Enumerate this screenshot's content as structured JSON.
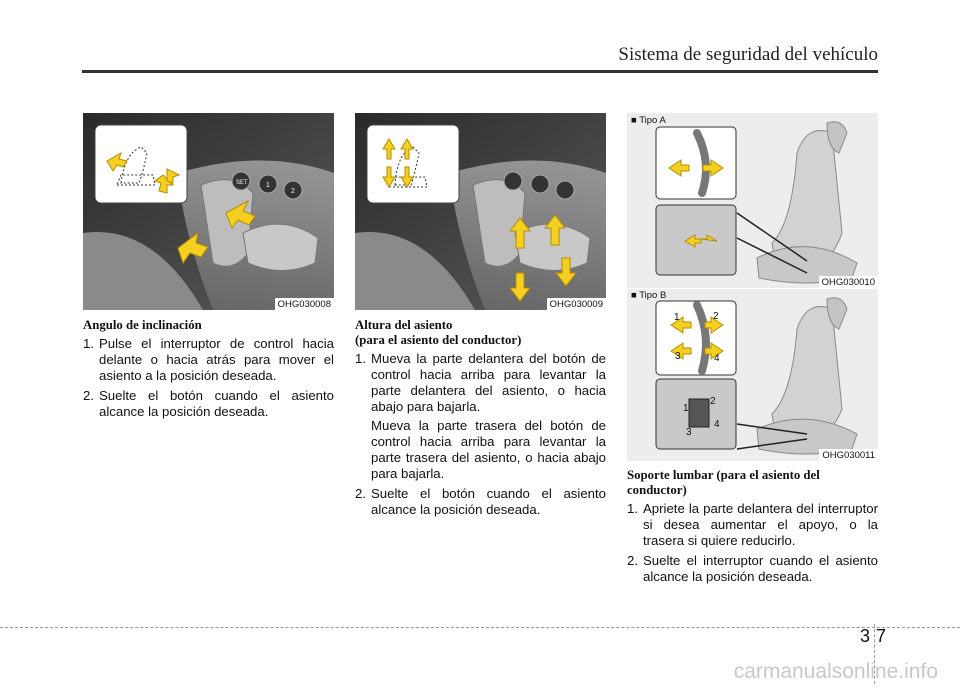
{
  "header": {
    "title": "Sistema de seguridad del vehículo"
  },
  "images": {
    "img1_code": "OHG030008",
    "img2_code": "OHG030009",
    "img3_code": "OHG030010",
    "img4_code": "OHG030011",
    "img3_type": "■ Tipo A",
    "img4_type": "■ Tipo B",
    "switch_labels": {
      "set": "SET",
      "one": "1",
      "two": "2"
    },
    "lumbar_labels": [
      "1",
      "2",
      "3",
      "4"
    ]
  },
  "col1": {
    "heading": "Angulo de inclinación",
    "items": [
      {
        "num": "1.",
        "text": "Pulse el interruptor de control hacia delante o hacia atrás para mover el asiento a la posición deseada."
      },
      {
        "num": "2.",
        "text": "Suelte el botón cuando el asiento alcance la posición deseada."
      }
    ]
  },
  "col2": {
    "heading_line1": "Altura del asiento",
    "heading_line2": "(para el asiento del conductor)",
    "items": [
      {
        "num": "1.",
        "text": "Mueva la parte delantera del botón de control hacia arriba para levantar la parte delantera del asiento, o hacia abajo para bajarla.",
        "extra": "Mueva la parte trasera del botón de control hacia arriba para levantar la parte trasera del asiento, o hacia abajo para bajarla."
      },
      {
        "num": "2.",
        "text": "Suelte el botón cuando el asiento alcance la posición deseada."
      }
    ]
  },
  "col3": {
    "heading_line1": "Soporte lumbar (para el asiento del",
    "heading_line2": "conductor)",
    "items": [
      {
        "num": "1.",
        "text": "Apriete la parte delantera del interruptor si desea aumentar el apoyo, o la trasera si quiere reducirlo."
      },
      {
        "num": "2.",
        "text": "Suelte el interruptor cuando el asiento alcance la posición deseada."
      }
    ]
  },
  "footer": {
    "page_number": "37",
    "watermark": "carmanualsonline.info"
  }
}
